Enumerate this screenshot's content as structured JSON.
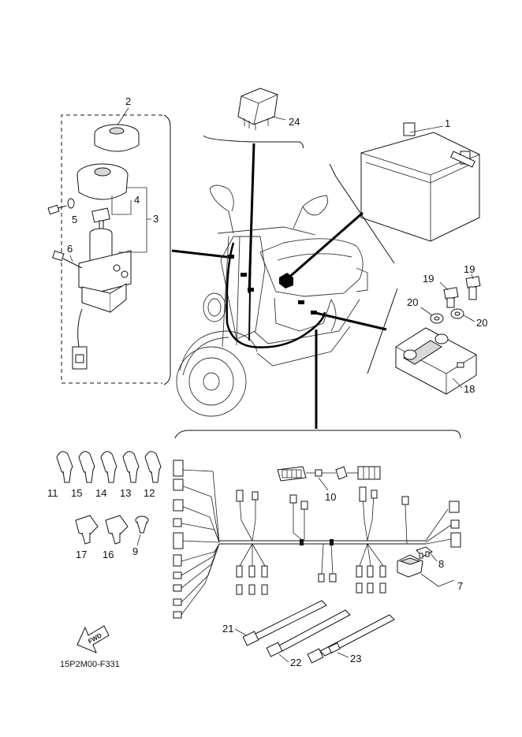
{
  "callouts": {
    "p1": "1",
    "p2": "2",
    "p3": "3",
    "p4": "4",
    "p5": "5",
    "p6": "6",
    "p7": "7",
    "p8": "8",
    "p9": "9",
    "p10": "10",
    "p11": "11",
    "p12": "12",
    "p13": "13",
    "p14": "14",
    "p15": "15",
    "p16": "16",
    "p17": "17",
    "p18": "18",
    "p19a": "19",
    "p19b": "19",
    "p20a": "20",
    "p20b": "20",
    "p21": "21",
    "p22": "22",
    "p23": "23",
    "p24": "24"
  },
  "fwd": "FWD",
  "diagram_code": "15P2M00-F331"
}
